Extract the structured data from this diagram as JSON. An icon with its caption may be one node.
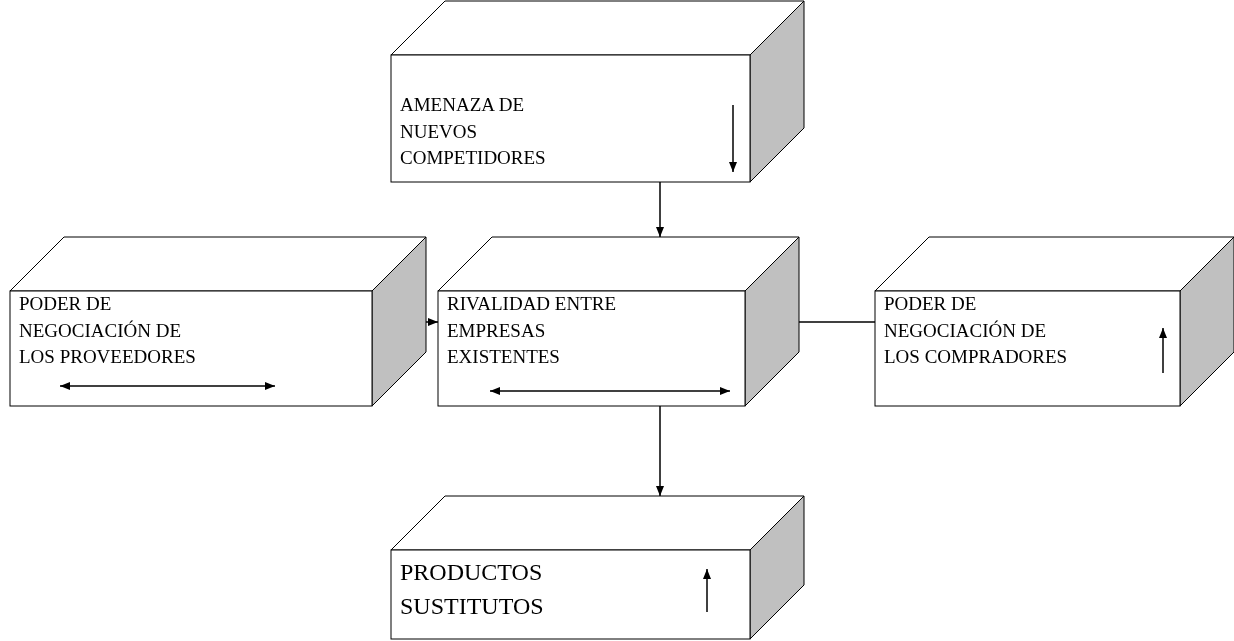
{
  "diagram": {
    "nodes": [
      {
        "text": [
          "AMENAZA DE NUEVOS COMPETIDORES"
        ]
      },
      {
        "text": [
          "PODER DE NEGOCIACIÓN DE LOS PROVEEDORES"
        ]
      },
      {
        "text": [
          "RIVALIDAD ENTRE EMPRESAS EXISTENTES"
        ]
      },
      {
        "text": [
          "PODER DE NEGOCIACIÓN DE LOS COMPRADORES"
        ]
      },
      {
        "text": [
          "PRODUCTOS SUSTITUTOS"
        ]
      }
    ],
    "edges": [
      {
        "from": 0,
        "to": 2,
        "arrow": "to"
      },
      {
        "from": 1,
        "to": 2,
        "arrow": "to"
      },
      {
        "from": 3,
        "to": 2,
        "arrow": "to"
      },
      {
        "from": 2,
        "to": 4,
        "arrow": "to"
      }
    ]
  }
}
